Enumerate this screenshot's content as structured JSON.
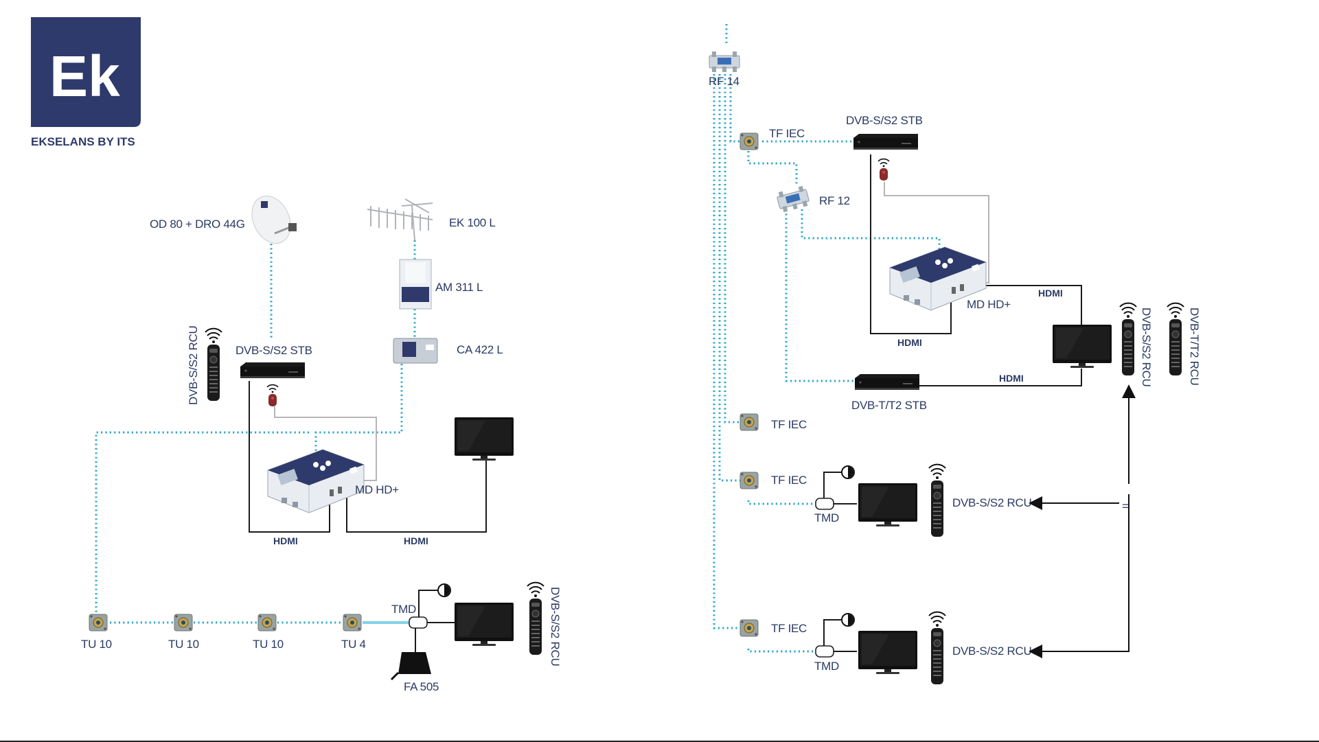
{
  "logo": {
    "mark": "Ek",
    "tagline": "EKSELANS BY ITS",
    "color": "#2e3a6b"
  },
  "colors": {
    "coax": "#2aa7c8",
    "hdmi": "#1a1a1a",
    "ir": "#b5b5b5",
    "brand": "#2e3a6b",
    "ir_receiver": "#8b2a2a"
  },
  "left": {
    "dish_label": "OD 80 + DRO 44G",
    "antenna_label": "EK 100 L",
    "amp_label": "AM 311 L",
    "ca_label": "CA 422 L",
    "stb_label": "DVB-S/S2 STB",
    "rcu_label": "DVB-S/S2 RCU",
    "mod_label": "MD HD+",
    "hdmi1": "HDMI",
    "hdmi2": "HDMI",
    "tu1": "TU 10",
    "tu2": "TU 10",
    "tu3": "TU 10",
    "tu4": "TU 4",
    "tmd": "TMD",
    "fa": "FA 505",
    "rcu2_label": "DVB-S/S2 RCU"
  },
  "right": {
    "rf14": "RF 14",
    "tfiec1": "TF IEC",
    "stb_s_label": "DVB-S/S2 STB",
    "rf12": "RF 12",
    "mod_label": "MD HD+",
    "hdmi_top": "HDMI",
    "hdmi_loop": "HDMI",
    "hdmi_t": "HDMI",
    "stb_t_label": "DVB-T/T2 STB",
    "rcu_s_label": "DVB-S/S2 RCU",
    "rcu_t_label": "DVB-T/T2 RCU",
    "tfiec2": "TF IEC",
    "tfiec3": "TF IEC",
    "tmd3": "TMD",
    "rcu3_label": "DVB-S/S2 RCU",
    "equals": "=",
    "tfiec4": "TF IEC",
    "tmd4": "TMD",
    "rcu4_label": "DVB-S/S2 RCU"
  }
}
